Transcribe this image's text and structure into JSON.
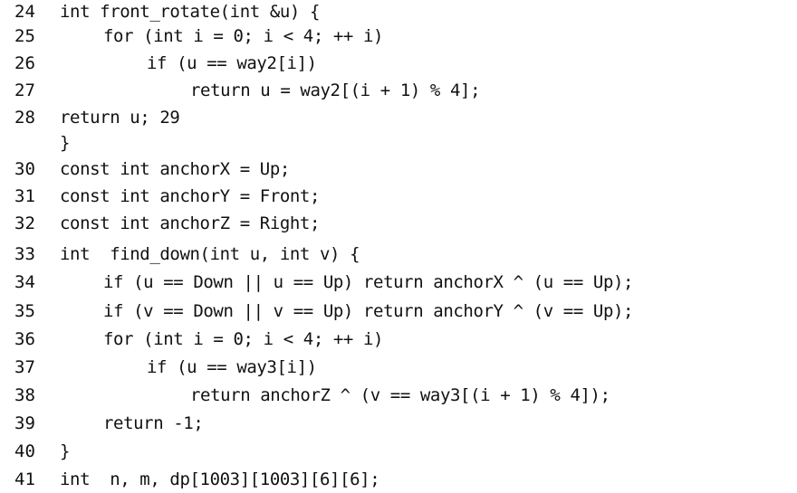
{
  "lines": [
    {
      "num": "24",
      "text": "int front_rotate(int &u) {"
    },
    {
      "num": "25",
      "text": "for (int i = 0; i < 4; ++ i)"
    },
    {
      "num": "26",
      "text": "if (u == way2[i])"
    },
    {
      "num": "27",
      "text": "return u = way2[(i + 1) % 4];"
    },
    {
      "num": "28",
      "text": "return u; 29"
    },
    {
      "num": "",
      "text": "}"
    },
    {
      "num": "30",
      "text": "const int anchorX = Up;"
    },
    {
      "num": "31",
      "text": "const int anchorY = Front;"
    },
    {
      "num": "32",
      "text": "const int anchorZ = Right;"
    },
    {
      "num": "33",
      "text": "int  find_down(int u, int v) {"
    },
    {
      "num": "34",
      "text": "if (u == Down || u == Up) return anchorX ^ (u == Up);"
    },
    {
      "num": "35",
      "text": "if (v == Down || v == Up) return anchorY ^ (v == Up);"
    },
    {
      "num": "36",
      "text": "for (int i = 0; i < 4; ++ i)"
    },
    {
      "num": "37",
      "text": "if (u == way3[i])"
    },
    {
      "num": "38",
      "text": "return anchorZ ^ (v == way3[(i + 1) % 4]);"
    },
    {
      "num": "39",
      "text": "return -1;"
    },
    {
      "num": "40",
      "text": "}"
    },
    {
      "num": "41",
      "text": "int  n, m, dp[1003][1003][6][6];"
    }
  ]
}
